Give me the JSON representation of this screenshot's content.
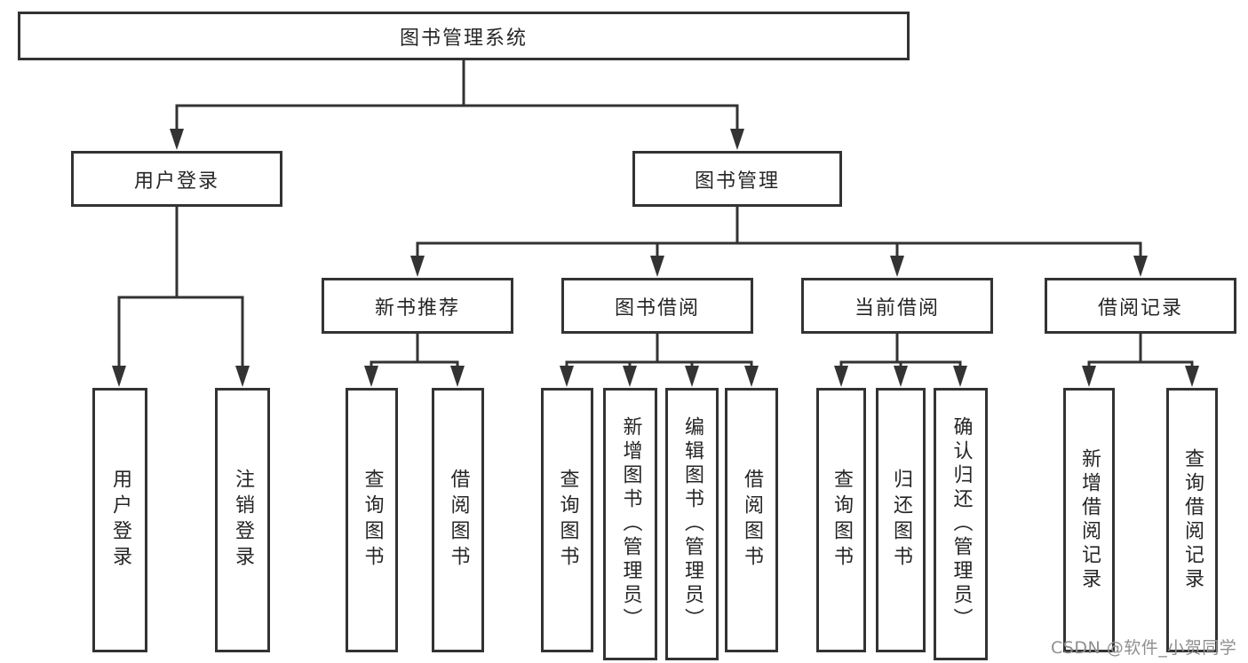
{
  "diagram": {
    "title": "图书管理系统",
    "level2": [
      {
        "id": "user-login",
        "label": "用户登录"
      },
      {
        "id": "book-management",
        "label": "图书管理"
      }
    ],
    "level3": [
      {
        "id": "new-book-recommend",
        "label": "新书推荐"
      },
      {
        "id": "book-borrow",
        "label": "图书借阅"
      },
      {
        "id": "current-borrow",
        "label": "当前借阅"
      },
      {
        "id": "borrow-records",
        "label": "借阅记录"
      }
    ],
    "leaves": {
      "user_login": [
        {
          "label": "用户登录"
        },
        {
          "label": "注销登录"
        }
      ],
      "new_book_recommend": [
        {
          "label": "查询图书"
        },
        {
          "label": "借阅图书"
        }
      ],
      "book_borrow": [
        {
          "label": "查询图书"
        },
        {
          "label": "新增图书（管理员）"
        },
        {
          "label": "编辑图书（管理员）"
        },
        {
          "label": "借阅图书"
        }
      ],
      "current_borrow": [
        {
          "label": "查询图书"
        },
        {
          "label": "归还图书"
        },
        {
          "label": "确认归还（管理员）"
        }
      ],
      "borrow_records": [
        {
          "label": "新增借阅记录"
        },
        {
          "label": "查询借阅记录"
        }
      ]
    }
  },
  "watermark": {
    "text": "CSDN @软件_小贺同学"
  },
  "colors": {
    "line": "#333333",
    "text": "#262626",
    "watermark_text": "#8f8f8f",
    "background": "#ffffff"
  }
}
